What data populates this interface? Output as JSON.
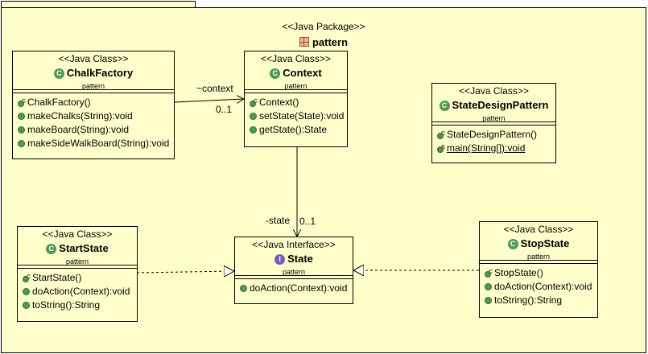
{
  "package": {
    "stereotype": "<<Java Package>>",
    "name": "pattern",
    "icon": "package-icon"
  },
  "classes": {
    "chalkFactory": {
      "stereotype": "<<Java Class>>",
      "name": "ChalkFactory",
      "package": "pattern",
      "operations": [
        "ChalkFactory()",
        "makeChalks(String):void",
        "makeBoard(String):void",
        "makeSideWalkBoard(String):void"
      ]
    },
    "context": {
      "stereotype": "<<Java Class>>",
      "name": "Context",
      "package": "pattern",
      "operations": [
        "Context()",
        "setState(State):void",
        "getState():State"
      ]
    },
    "stateDesignPattern": {
      "stereotype": "<<Java Class>>",
      "name": "StateDesignPattern",
      "package": "pattern",
      "operations": [
        "StateDesignPattern()",
        "main(String[]):void"
      ]
    },
    "startState": {
      "stereotype": "<<Java Class>>",
      "name": "StartState",
      "package": "pattern",
      "operations": [
        "StartState()",
        "doAction(Context):void",
        "toString():String"
      ]
    },
    "state": {
      "stereotype": "<<Java Interface>>",
      "name": "State",
      "package": "pattern",
      "operations": [
        "doAction(Context):void"
      ]
    },
    "stopState": {
      "stereotype": "<<Java Class>>",
      "name": "StopState",
      "package": "pattern",
      "operations": [
        "StopState()",
        "doAction(Context):void",
        "toString():String"
      ]
    }
  },
  "associations": {
    "factory_to_context": {
      "role": "~context",
      "multiplicity": "0..1"
    },
    "context_to_state": {
      "role": "-state",
      "multiplicity": "0..1"
    }
  },
  "colors": {
    "background": "#ffffcc",
    "class_icon": "#4c9a55",
    "interface_icon": "#7a5bb5"
  }
}
